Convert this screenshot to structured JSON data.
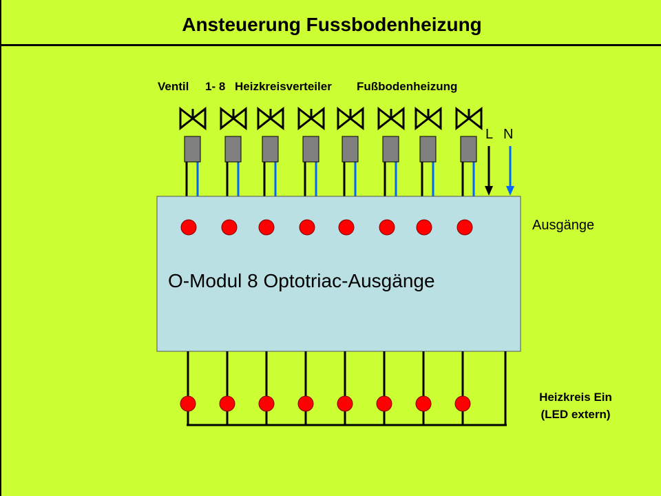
{
  "title": "Ansteuerung Fussbodenheizung",
  "valve_header": {
    "part1": "Ventil",
    "part2": "1- 8",
    "part3": "Heizkreisverteiler",
    "part4": "Fußbodenheizung"
  },
  "power": {
    "l_label": "L",
    "n_label": "N"
  },
  "outputs_label": "Ausgänge",
  "module_label": "O-Modul 8 Optotriac-Ausgänge",
  "led_label": {
    "line1": "Heizkreis  Ein",
    "line2": "(LED extern)"
  },
  "colors": {
    "background": "#CCFF33",
    "module_fill": "#BBE0E3",
    "neutral_wire": "#0066FF",
    "led_fill": "#FF0000",
    "terminal_fill": "#808080"
  },
  "channel_count": 8
}
